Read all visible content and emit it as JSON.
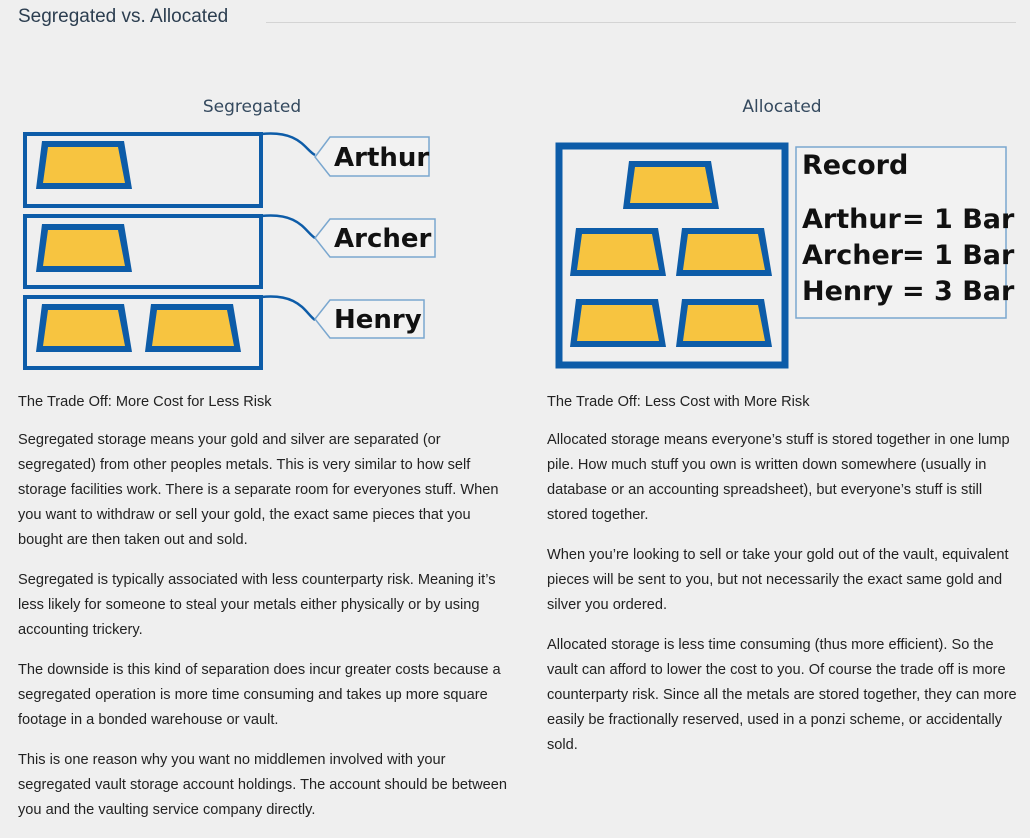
{
  "section_title": "Segregated vs. Allocated",
  "colors": {
    "vault_blue": "#0d5ca8",
    "gold": "#f7c440",
    "tag_border": "#7aa7cf",
    "background": "#efefef"
  },
  "segregated": {
    "diagram_title": "Segregated",
    "owners": [
      {
        "name": "Arthur",
        "bars": 1
      },
      {
        "name": "Archer",
        "bars": 1
      },
      {
        "name": "Henry",
        "bars": 2
      }
    ],
    "subtitle": "The Trade Off: More Cost for Less Risk",
    "paragraphs": [
      "Segregated storage means your gold and silver are separated (or segregated) from other peoples metals. This is very similar to how self storage facilities work. There is a separate room for everyones stuff. When you want to withdraw or sell your gold, the exact same pieces that you bought are then taken out and sold.",
      "Segregated is typically associated with less counterparty risk. Meaning it’s less likely for someone to steal your metals either physically or by using accounting trickery.",
      "The downside is this kind of separation does incur greater costs because a segregated operation is more time consuming and takes up more square footage in a bonded warehouse or vault.",
      "This is one reason why you want no middlemen involved with your segregated vault storage account holdings. The account should be between you and the vaulting service company directly."
    ]
  },
  "allocated": {
    "diagram_title": "Allocated",
    "total_bars": 5,
    "record": {
      "heading": "Record",
      "rows": [
        {
          "name": "Arthur",
          "value": "= 1 Bar"
        },
        {
          "name": "Archer",
          "value": "= 1 Bar"
        },
        {
          "name": "Henry",
          "value": "= 3 Bar"
        }
      ]
    },
    "subtitle": "The Trade Off: Less Cost with More Risk",
    "paragraphs": [
      "Allocated storage means everyone’s stuff is stored together in one lump pile. How much stuff you own is written down somewhere (usually in database or an accounting spreadsheet), but everyone’s stuff is still stored together.",
      "When you’re looking to sell or take your gold out of the vault, equivalent pieces will be sent to you, but not necessarily the exact same gold and silver you ordered.",
      "Allocated storage is less time consuming (thus more efficient). So the vault can afford to lower the cost to you. Of course the trade off is more counterparty risk. Since all the metals are stored together, they can more easily be fractionally reserved, used in a ponzi scheme, or accidentally sold."
    ]
  }
}
